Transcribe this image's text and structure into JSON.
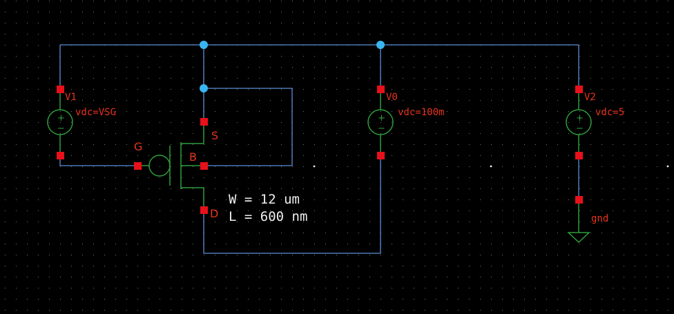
{
  "colors": {
    "background": "#000000",
    "grid_dot": "#7a7a7a",
    "wire": "#5a8fd6",
    "junction": "#39b6f2",
    "device": "#2e9e3a",
    "pin": "#e8101a",
    "label": "#e8331e",
    "param_text": "#f0f0f0"
  },
  "sources": {
    "v1": {
      "name": "V1",
      "value": "vdc=VSG"
    },
    "v0": {
      "name": "V0",
      "value": "vdc=100m"
    },
    "v2": {
      "name": "V2",
      "value": "vdc=5"
    }
  },
  "transistor": {
    "gate_label": "G",
    "source_label": "S",
    "body_label": "B",
    "drain_label": "D",
    "width_text": "W = 12 um",
    "length_text": "L = 600 nm"
  },
  "ground": {
    "label": "gnd"
  },
  "icons": {
    "plus": "+",
    "minus": "−"
  }
}
